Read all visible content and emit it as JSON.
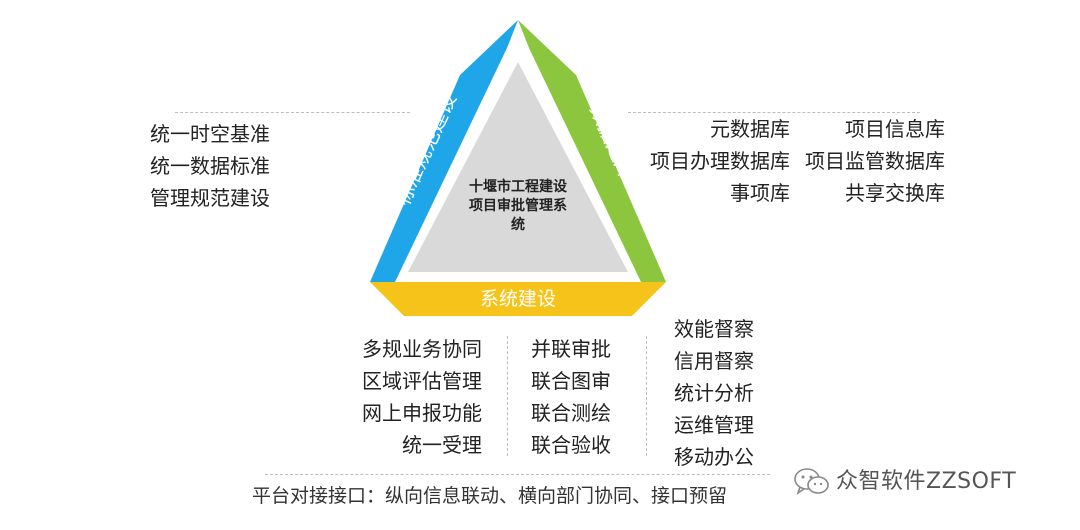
{
  "diagram": {
    "center_title_line1": "十堰市工程建设",
    "center_title_line2": "项目审批管理系",
    "center_title_line3": "统",
    "side_left": "标准规范建设",
    "side_right": "数据建库",
    "side_bottom": "系统建设",
    "colors": {
      "left": "#1ea6e8",
      "right": "#8cc63f",
      "bottom": "#f6c31b",
      "center": "#d9d9d9"
    }
  },
  "left_list": [
    "统一时空基准",
    "统一数据标准",
    "管理规范建设"
  ],
  "right_list": {
    "col1": [
      "元数据库",
      "项目办理数据库",
      "事项库"
    ],
    "col2": [
      "项目信息库",
      "项目监管数据库",
      "共享交换库"
    ]
  },
  "bottom_list": {
    "col1": [
      "多规业务协同",
      "区域评估管理",
      "网上申报功能",
      "统一受理"
    ],
    "col2": [
      "并联审批",
      "联合图审",
      "联合测绘",
      "联合验收"
    ],
    "col3": [
      "效能督察",
      "信用督察",
      "统计分析",
      "运维管理",
      "移动办公"
    ]
  },
  "footer_text": "平台对接接口：纵向信息联动、横向部门协同、接口预留",
  "watermark": {
    "icon": "wechat-icon",
    "text": "众智软件ZZSOFT"
  }
}
